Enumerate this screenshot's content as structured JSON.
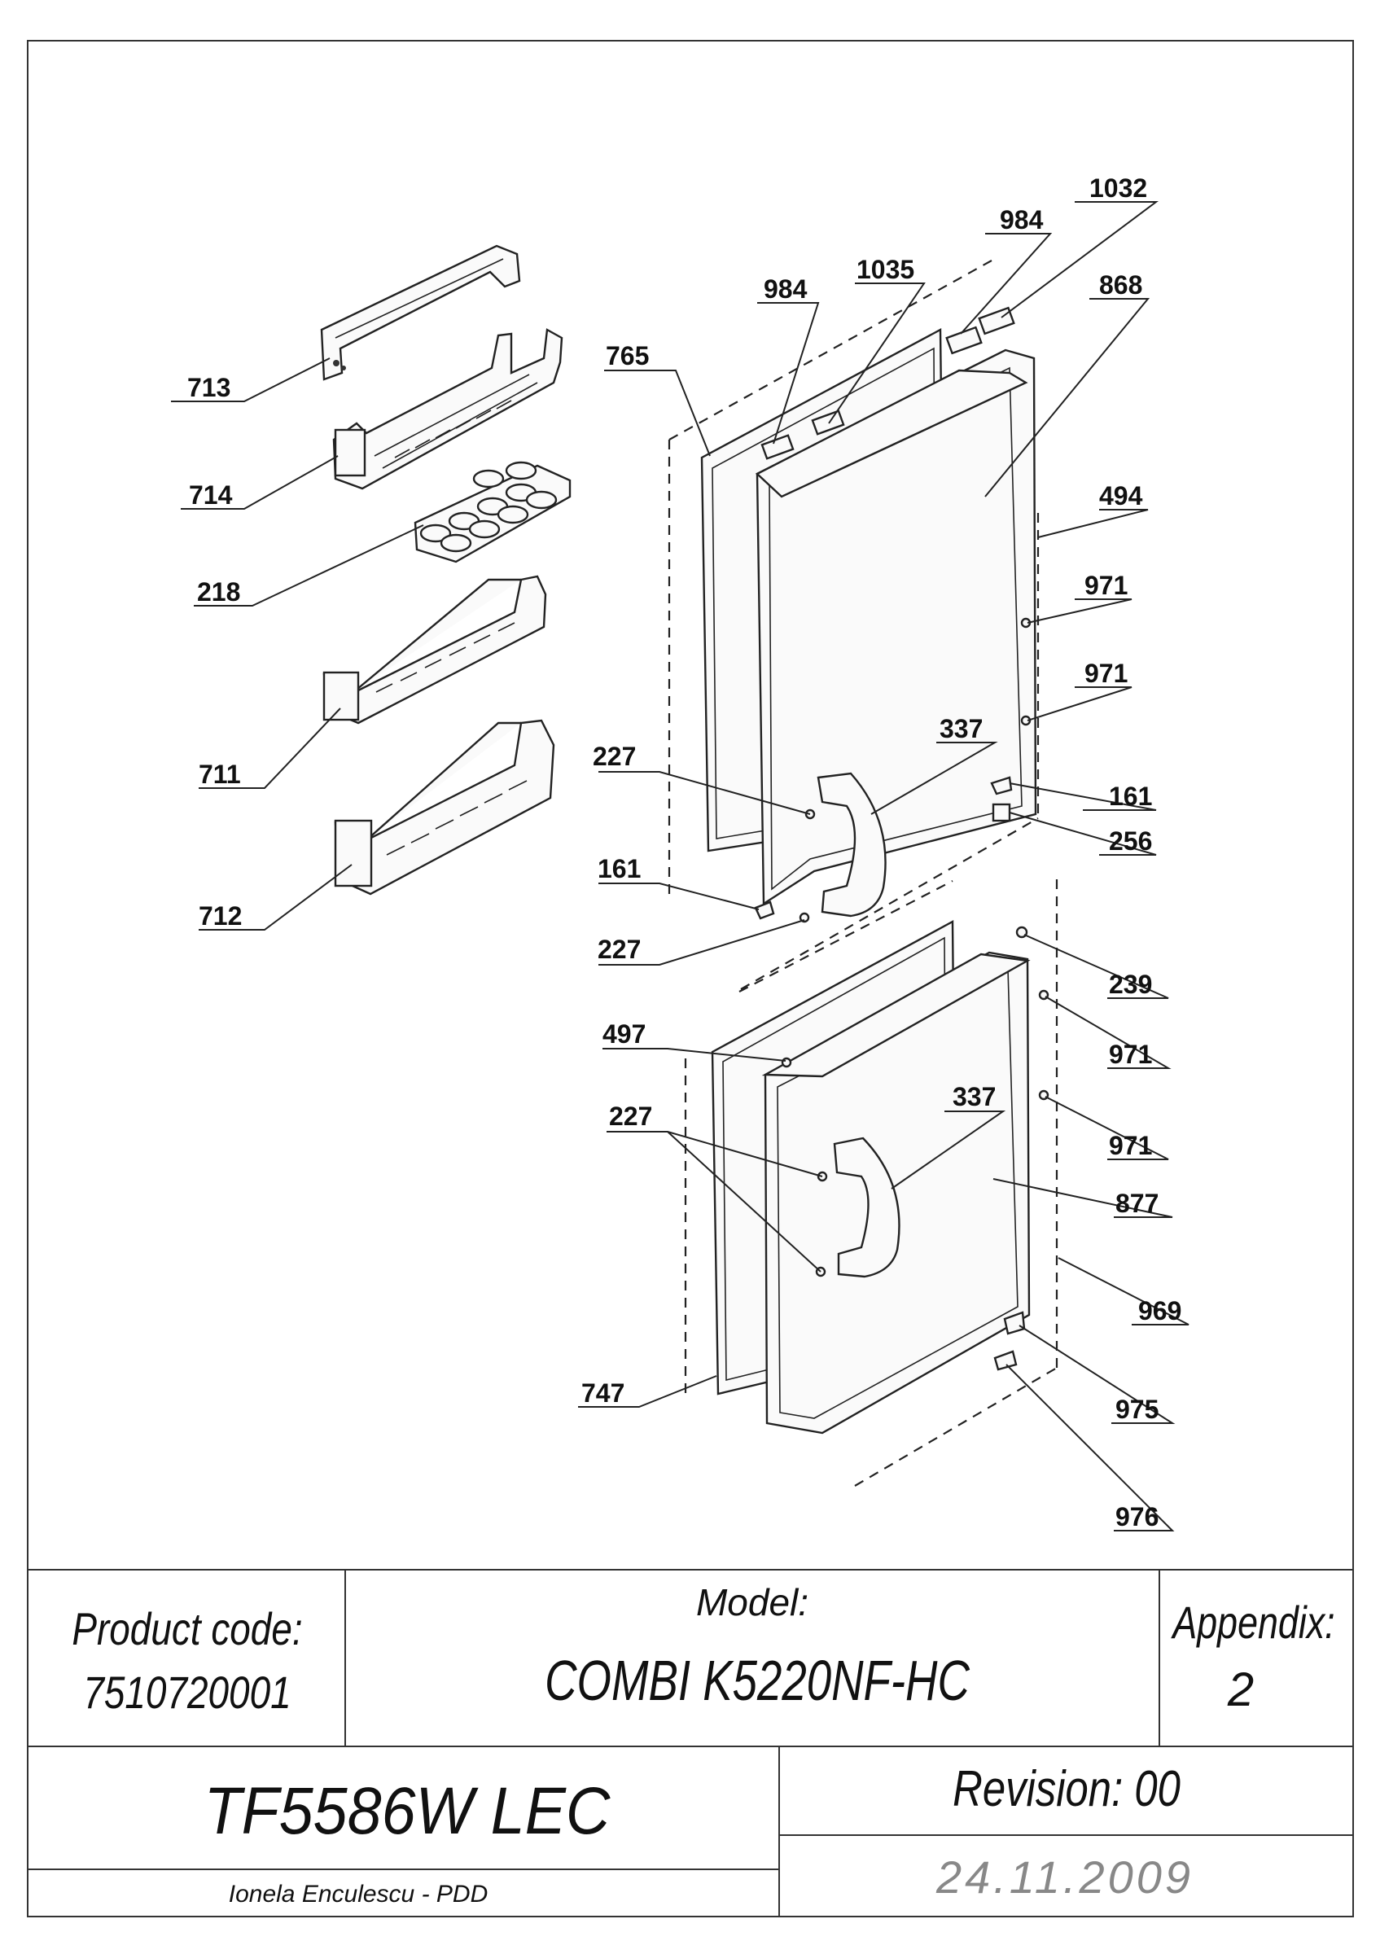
{
  "callouts": [
    {
      "label": "713"
    },
    {
      "label": "714"
    },
    {
      "label": "218"
    },
    {
      "label": "711"
    },
    {
      "label": "712"
    },
    {
      "label": "765"
    },
    {
      "label": "984"
    },
    {
      "label": "1035"
    },
    {
      "label": "984"
    },
    {
      "label": "1032"
    },
    {
      "label": "868"
    },
    {
      "label": "494"
    },
    {
      "label": "971"
    },
    {
      "label": "971"
    },
    {
      "label": "337"
    },
    {
      "label": "227"
    },
    {
      "label": "161"
    },
    {
      "label": "256"
    },
    {
      "label": "161"
    },
    {
      "label": "227"
    },
    {
      "label": "239"
    },
    {
      "label": "497"
    },
    {
      "label": "971"
    },
    {
      "label": "227"
    },
    {
      "label": "337"
    },
    {
      "label": "971"
    },
    {
      "label": "877"
    },
    {
      "label": "969"
    },
    {
      "label": "747"
    },
    {
      "label": "975"
    },
    {
      "label": "976"
    }
  ],
  "title_block": {
    "product_code_label": "Product code:",
    "product_code": "7510720001",
    "model_label": "Model:",
    "model": "COMBI K5220NF-HC",
    "appendix_label": "Appendix:",
    "appendix": "2",
    "name": "TF5586W LEC",
    "revision": "Revision: 00",
    "author": "Ionela Enculescu - PDD",
    "date": "24.11.2009"
  }
}
